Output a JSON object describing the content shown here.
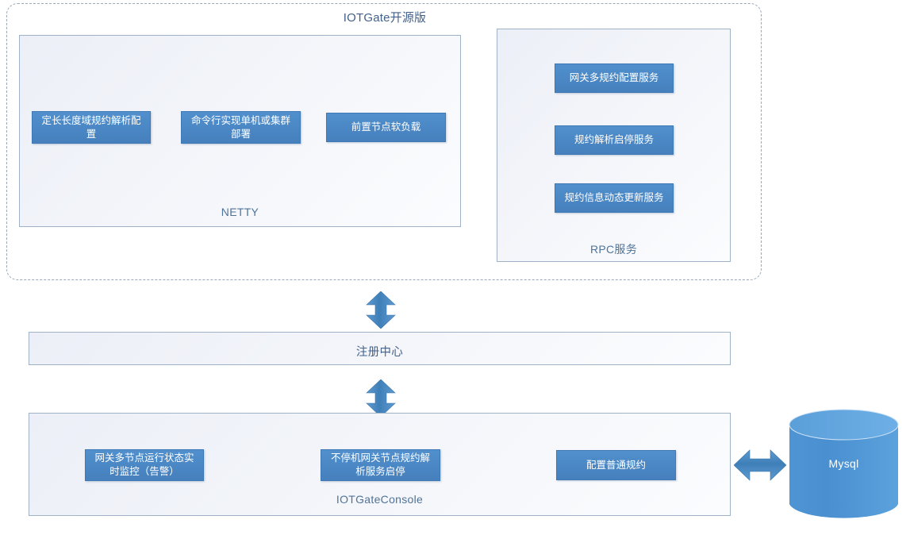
{
  "diagram": {
    "title": "IOTGate开源版",
    "colors": {
      "accent_blue": "#4a87c4",
      "panel_border": "#9fb2c6",
      "dashed_border": "#9aa7b8",
      "label_text": "#4f7399",
      "title_text": "#43618b",
      "cylinder_blue": "#4a90d0"
    }
  },
  "netty_panel": {
    "label": "NETTY",
    "boxes": [
      {
        "label": "定长长度域规约解析配置"
      },
      {
        "label": "命令行实现单机或集群部署"
      },
      {
        "label": "前置节点软负载"
      }
    ]
  },
  "rpc_panel": {
    "label": "RPC服务",
    "boxes": [
      {
        "label": "网关多规约配置服务"
      },
      {
        "label": "规约解析启停服务"
      },
      {
        "label": "规约信息动态更新服务"
      }
    ]
  },
  "registry": {
    "label": "注册中心"
  },
  "console_panel": {
    "label": "IOTGateConsole",
    "boxes": [
      {
        "label": "网关多节点运行状态实时监控（告警）"
      },
      {
        "label": "不停机网关节点规约解析服务启停"
      },
      {
        "label": "配置普通规约"
      }
    ]
  },
  "database": {
    "label": "Mysql"
  },
  "connectors": [
    {
      "name": "netty-to-registry",
      "type": "double-arrow-vertical"
    },
    {
      "name": "registry-to-console",
      "type": "double-arrow-vertical"
    },
    {
      "name": "console-to-mysql",
      "type": "double-arrow-horizontal"
    }
  ]
}
